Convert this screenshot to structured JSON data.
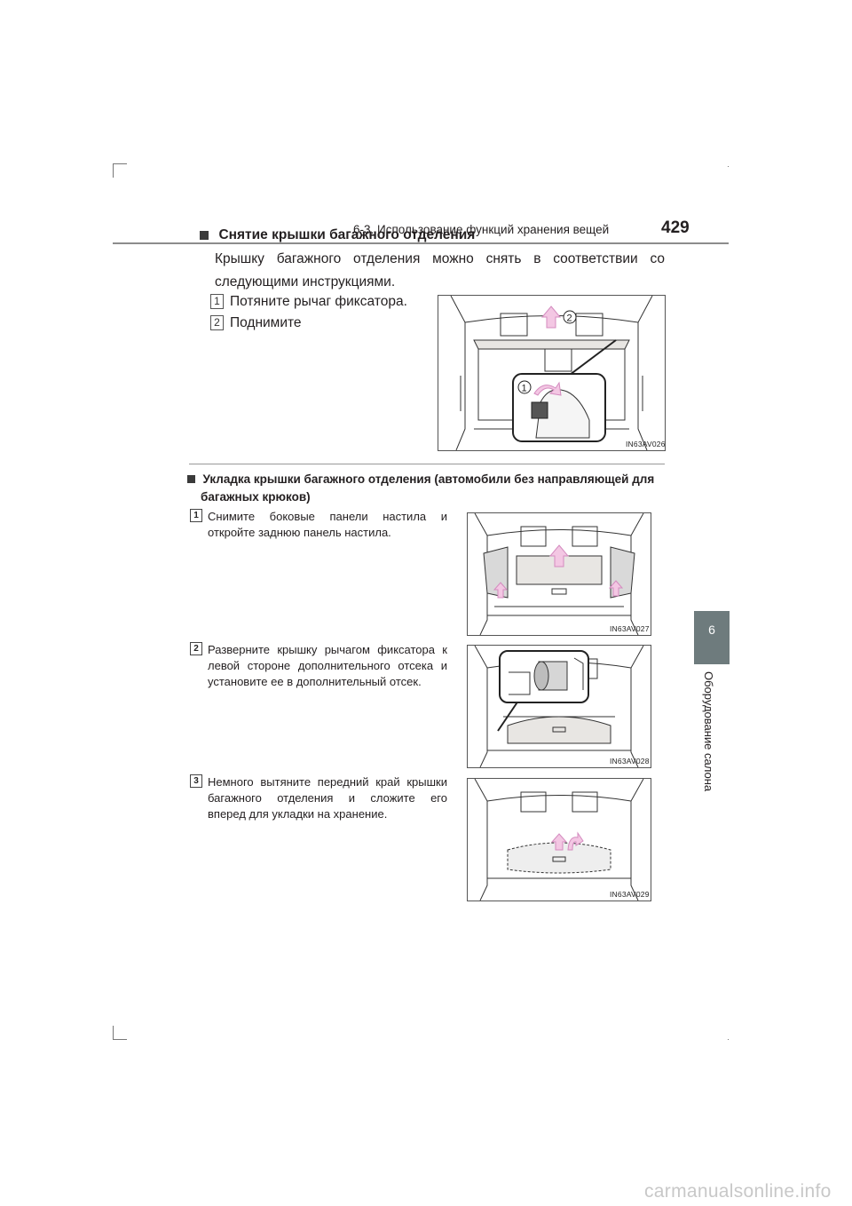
{
  "header": {
    "section": "6-3. Использование функций хранения вещей",
    "page_number": "429"
  },
  "side_tab": {
    "chapter_number": "6",
    "chapter_title": "Оборудование салона"
  },
  "section1": {
    "heading": "Снятие крышки багажного отделения",
    "intro_line1": "Крышку багажного отделения можно снять в соответствии со",
    "intro_line2": "следующими инструкциями.",
    "steps": [
      {
        "num": "1",
        "text": "Потяните рычаг фиксатора."
      },
      {
        "num": "2",
        "text": "Поднимите"
      }
    ],
    "figure_code": "IN63AV026",
    "callout_1": "1",
    "callout_2": "2"
  },
  "section2": {
    "heading_line1": "Укладка крышки багажного отделения (автомобили без направляющей для",
    "heading_line2": "багажных крюков)",
    "steps": [
      {
        "num": "1",
        "line1": "Снимите боковые панели настила и",
        "line2": "откройте заднюю панель настила.",
        "line3": "",
        "figure_code": "IN63AV027"
      },
      {
        "num": "2",
        "line1": "Разверните крышку рычагом фиксатора к",
        "line2": "левой стороне дополнительного отсека и",
        "line3": "установите ее в дополнительный отсек.",
        "figure_code": "IN63AV028"
      },
      {
        "num": "3",
        "line1": "Немного вытяните передний край крышки",
        "line2": "багажного отделения и сложите его",
        "line3": "вперед для укладки на хранение.",
        "figure_code": "IN63AV029"
      }
    ]
  },
  "watermark": "carmanualsonline.info",
  "colors": {
    "side_tab": "#6e7b7d",
    "arrow_fill": "#f3c7e3",
    "arrow_stroke": "#d48bbf",
    "text": "#231f20"
  }
}
